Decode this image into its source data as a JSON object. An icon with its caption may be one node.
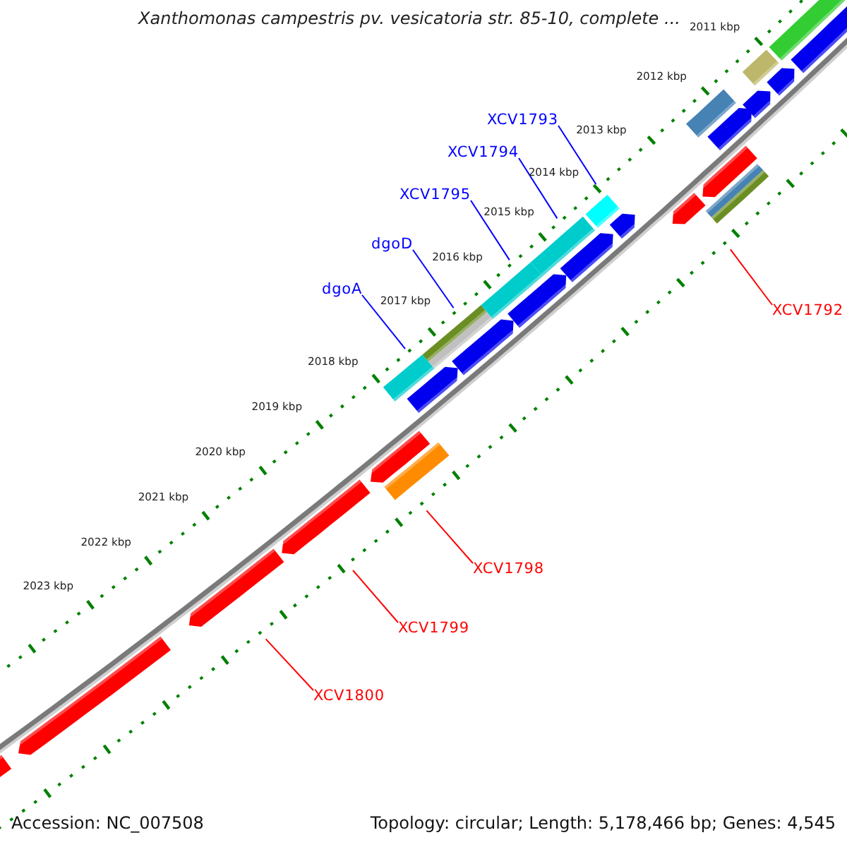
{
  "diagram": {
    "title": "Xanthomonas campestris pv. vesicatoria str. 85-10, complete ...",
    "nodes": [
      {
        "text": [
          "XCV1793"
        ]
      },
      {
        "text": [
          "XCV1794"
        ]
      },
      {
        "text": [
          "XCV1795"
        ]
      },
      {
        "text": [
          "dgoD"
        ]
      },
      {
        "text": [
          "dgoA"
        ]
      },
      {
        "text": [
          "XCV1792"
        ]
      },
      {
        "text": [
          "XCV1798"
        ]
      },
      {
        "text": [
          "XCV1799"
        ]
      },
      {
        "text": [
          "XCV1800"
        ]
      }
    ],
    "edges": [
      {
        "from": 0,
        "to": null,
        "arrow": "none"
      },
      {
        "from": 1,
        "to": null,
        "arrow": "none"
      },
      {
        "from": 2,
        "to": null,
        "arrow": "none"
      },
      {
        "from": 3,
        "to": null,
        "arrow": "none"
      },
      {
        "from": 4,
        "to": null,
        "arrow": "none"
      },
      {
        "from": 5,
        "to": null,
        "arrow": "none",
        "color": "#ff0000"
      },
      {
        "from": 6,
        "to": null,
        "arrow": "none",
        "color": "#ff0000"
      },
      {
        "from": 7,
        "to": null,
        "arrow": "none",
        "color": "#ff0000"
      },
      {
        "from": 8,
        "to": null,
        "arrow": "none",
        "color": "#ff0000"
      }
    ],
    "labels": [
      "2011 kbp",
      "2012 kbp",
      "2013 kbp",
      "2014 kbp",
      "2015 kbp",
      "2016 kbp",
      "2017 kbp",
      "2018 kbp",
      "2019 kbp",
      "2020 kbp",
      "2021 kbp",
      "2022 kbp",
      "2023 kbp",
      "Accession: NC_007508",
      "Topology: circular; Length: 5,178,466 bp; Genes: 4,545"
    ]
  }
}
